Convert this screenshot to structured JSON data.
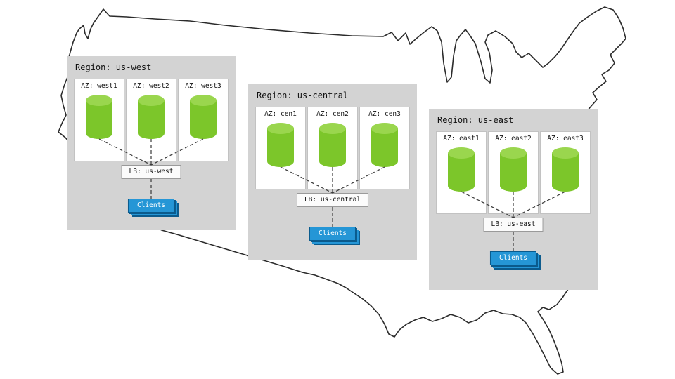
{
  "regions": [
    {
      "title": "Region: us-west",
      "azs": [
        "AZ: west1",
        "AZ: west2",
        "AZ: west3"
      ],
      "lb": "LB: us-west",
      "clients": "Clients"
    },
    {
      "title": "Region: us-central",
      "azs": [
        "AZ: cen1",
        "AZ: cen2",
        "AZ: cen3"
      ],
      "lb": "LB: us-central",
      "clients": "Clients"
    },
    {
      "title": "Region: us-east",
      "azs": [
        "AZ: east1",
        "AZ: east2",
        "AZ: east3"
      ],
      "lb": "LB: us-east",
      "clients": "Clients"
    }
  ],
  "colors": {
    "region_bg": "#d3d3d3",
    "az_bg": "#ffffff",
    "cylinder_body": "#7cc62a",
    "cylinder_top": "#9ad64e",
    "clients_bg": "#2596d6",
    "clients_border": "#0a5a8c",
    "map_outline": "#2b2b2b"
  }
}
